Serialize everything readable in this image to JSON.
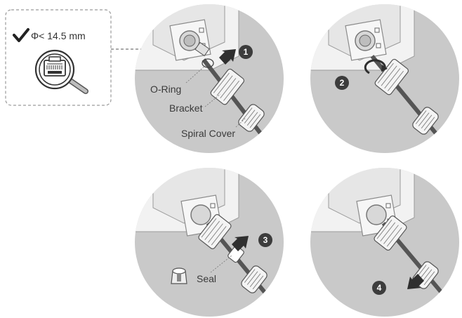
{
  "callout": {
    "spec_text": "Φ< 14.5 mm",
    "check_icon": "check-icon",
    "connector_icon": "rj45-connector-icon"
  },
  "labels": {
    "oring": "O-Ring",
    "bracket": "Bracket",
    "spiral_cover": "Spiral Cover",
    "seal": "Seal"
  },
  "steps": [
    "1",
    "2",
    "3",
    "4"
  ],
  "colors": {
    "circle_bg": "#c9c9c9",
    "housing": "#f2f2f2",
    "step_badge": "#3c3c3c",
    "arrow": "#2f2f2f",
    "dashed": "#9a9a9a"
  }
}
